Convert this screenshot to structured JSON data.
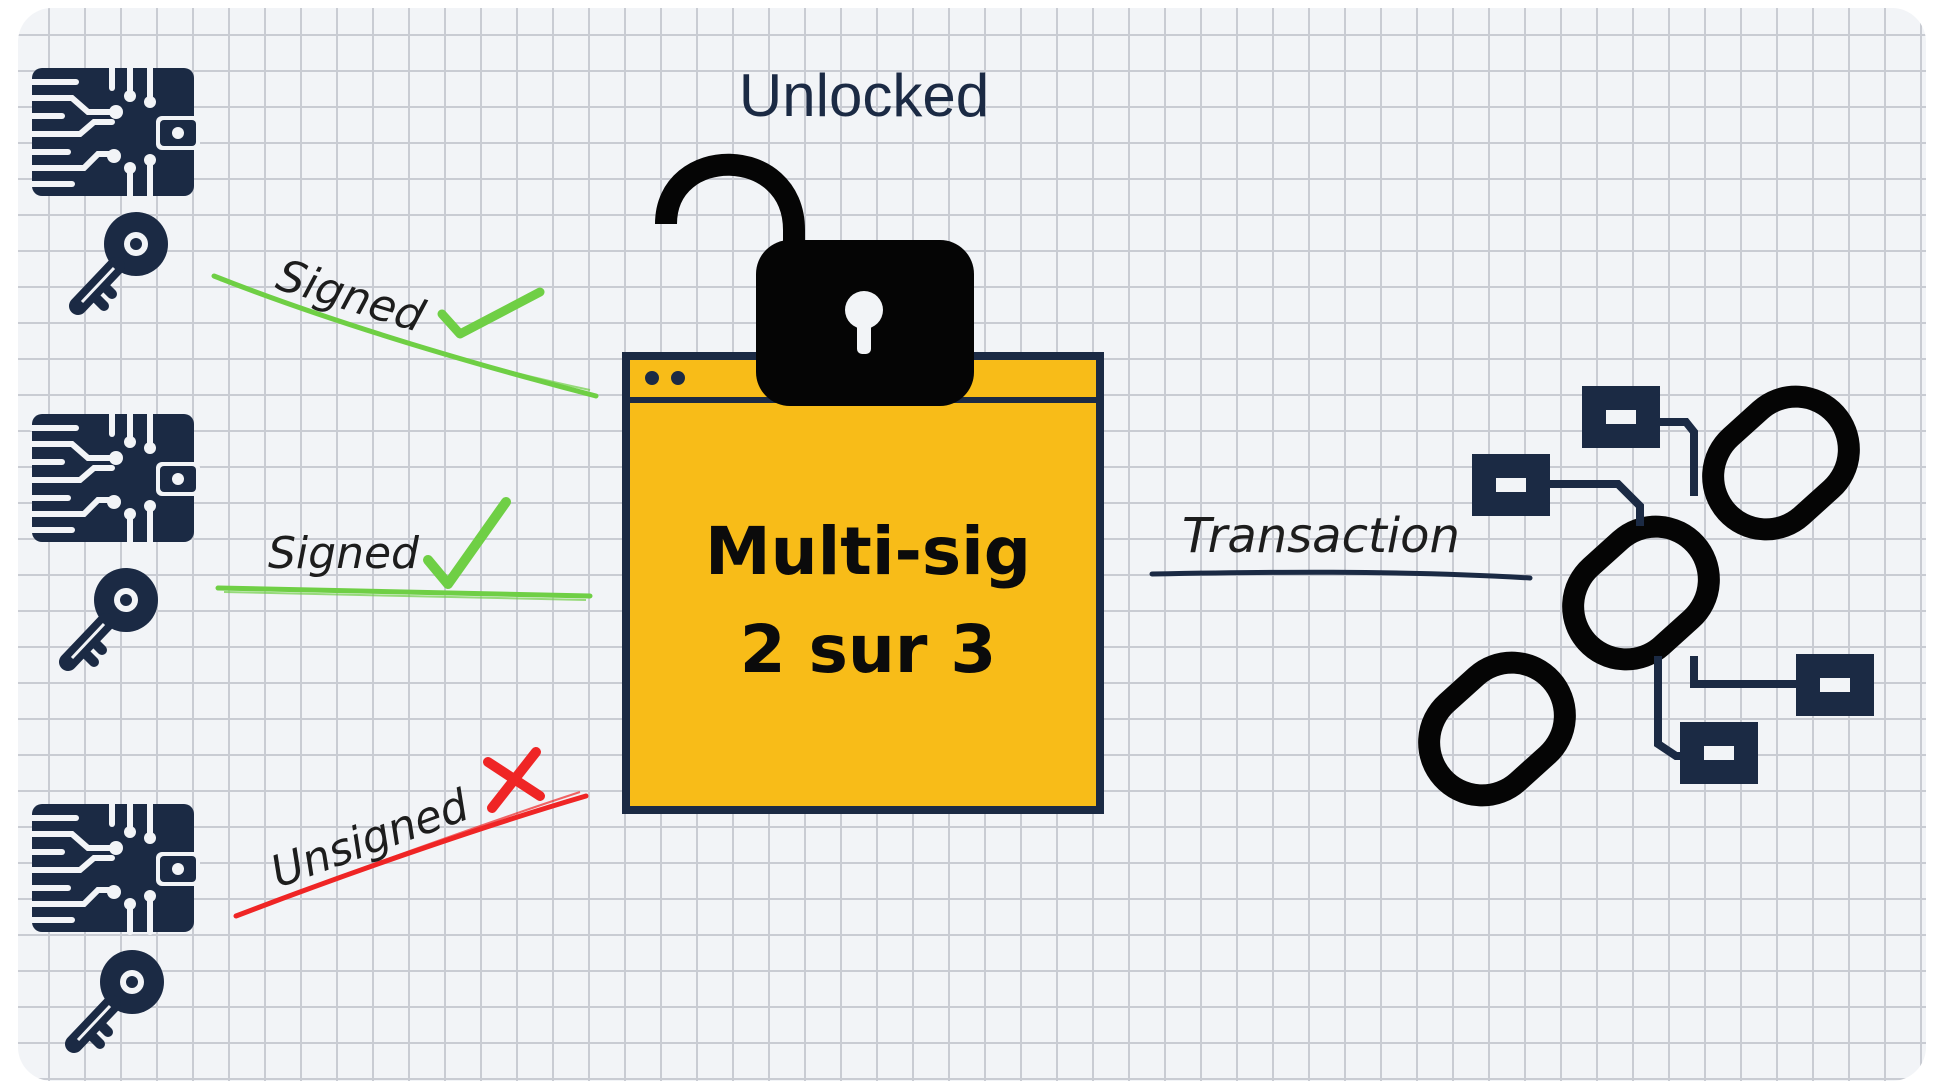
{
  "lock_state_label": "Unlocked",
  "wallet": {
    "line1": "Multi-sig",
    "line2": "2 sur 3",
    "color": "#f8bc18",
    "border_color": "#1b2a44"
  },
  "signers": [
    {
      "status": "Signed",
      "mark": "check",
      "color": "#6fcf45"
    },
    {
      "status": "Signed",
      "mark": "check",
      "color": "#6fcf45"
    },
    {
      "status": "Unsigned",
      "mark": "cross",
      "color": "#ef2525"
    }
  ],
  "transaction_label": "Transaction",
  "icons": {
    "hardware_wallet": "hardware-wallet-icon",
    "key": "key-icon",
    "padlock": "open-padlock-icon",
    "blockchain": "blockchain-chain-icon"
  },
  "colors": {
    "ink": "#1b2a44",
    "grid": "#c9ccd3",
    "paper": "#f2f4f7"
  }
}
